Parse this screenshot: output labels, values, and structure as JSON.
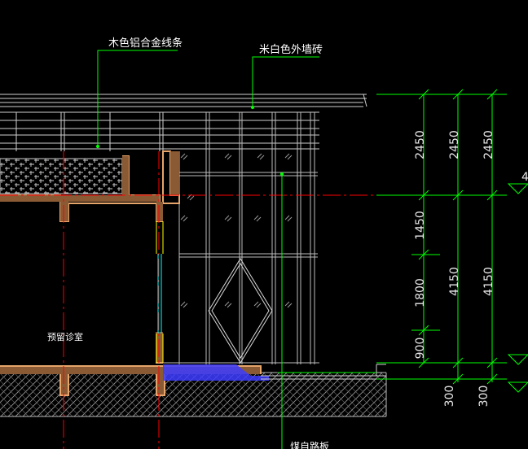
{
  "annotations": {
    "wood_aluminum_strip": "木色铝合金线条",
    "beige_tile": "米白色外墙砖",
    "room": "预留诊室",
    "bottom_partial": "煤自路板"
  },
  "dimensions": {
    "col1": [
      "2450",
      "1450",
      "1800",
      "900"
    ],
    "col2": [
      "2450",
      "4150",
      "300"
    ],
    "col3": [
      "2450",
      "4150",
      "300"
    ]
  },
  "edge_text": "4",
  "colors": {
    "green": "#00ff00",
    "red": "#ff0000",
    "orange": "#e6a56a",
    "white": "#ffffff",
    "grey": "#bdbdbd",
    "cyan": "#00ffff",
    "blue": "#3c3cff"
  }
}
